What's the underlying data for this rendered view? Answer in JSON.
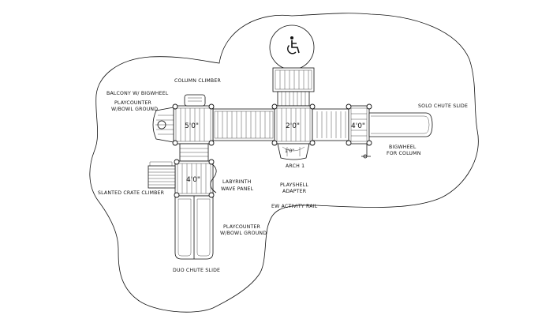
{
  "labels": {
    "column_climber": "COLUMN CLIMBER",
    "balcony": "BALCONY W/ BIGWHEEL",
    "playcounter_top_line1": "PLAYCOUNTER",
    "playcounter_top_line2": "W/BOWL GROUND",
    "solo_chute_slide": "SOLO CHUTE SLIDE",
    "bigwheel_line1": "BIGWHEEL",
    "bigwheel_line2": "FOR COLUMN",
    "arch": "ARCH 1",
    "labyrinth_line1": "LABYRINTH",
    "labyrinth_line2": "WAVE PANEL",
    "playshell_line1": "PLAYSHELL",
    "playshell_line2": "ADAPTER",
    "slanted_crate_climber": "SLANTED CRATE CLIMBER",
    "ew_activity_rail": "EW ACTIVITY RAIL",
    "playcounter_bottom_line1": "PLAYCOUNTER",
    "playcounter_bottom_line2": "W/BOWL GROUND",
    "duo_chute_slide": "DUO CHUTE SLIDE"
  },
  "dimensions": {
    "deck_left_top": "5'0\"",
    "deck_center": "2'0\"",
    "deck_right": "4'0\"",
    "deck_left_bottom": "4'0\"",
    "arch_dim": "1'0\""
  },
  "icons": {
    "accessibility": "wheelchair-icon"
  }
}
